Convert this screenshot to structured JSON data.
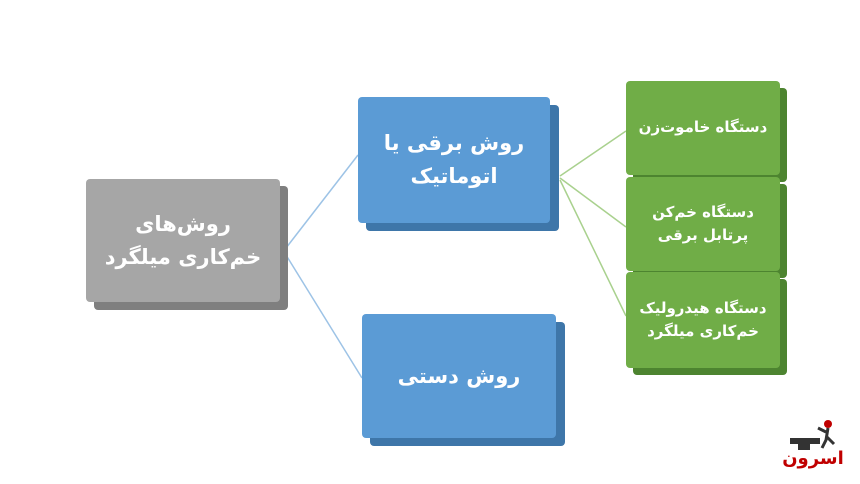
{
  "diagram": {
    "root": {
      "label": "روش‌های خم‌کاری میلگرد"
    },
    "branches": [
      {
        "label": "روش برقی یا اتوماتیک",
        "children": [
          {
            "label": "دستگاه خاموت‌زن"
          },
          {
            "label": "دستگاه خم‌کن پرتابل برقی"
          },
          {
            "label": "دستگاه هیدرولیک خم‌کاری میلگرد"
          }
        ]
      },
      {
        "label": "روش دستی",
        "children": []
      }
    ]
  },
  "logo": {
    "text": "اسرون"
  },
  "colors": {
    "root_fill": "#a6a6a6",
    "branch_fill": "#5b9bd5",
    "leaf_fill": "#70ad47",
    "line_blue": "#9dc3e6",
    "line_green": "#a9d18e",
    "logo_red": "#c00000"
  }
}
